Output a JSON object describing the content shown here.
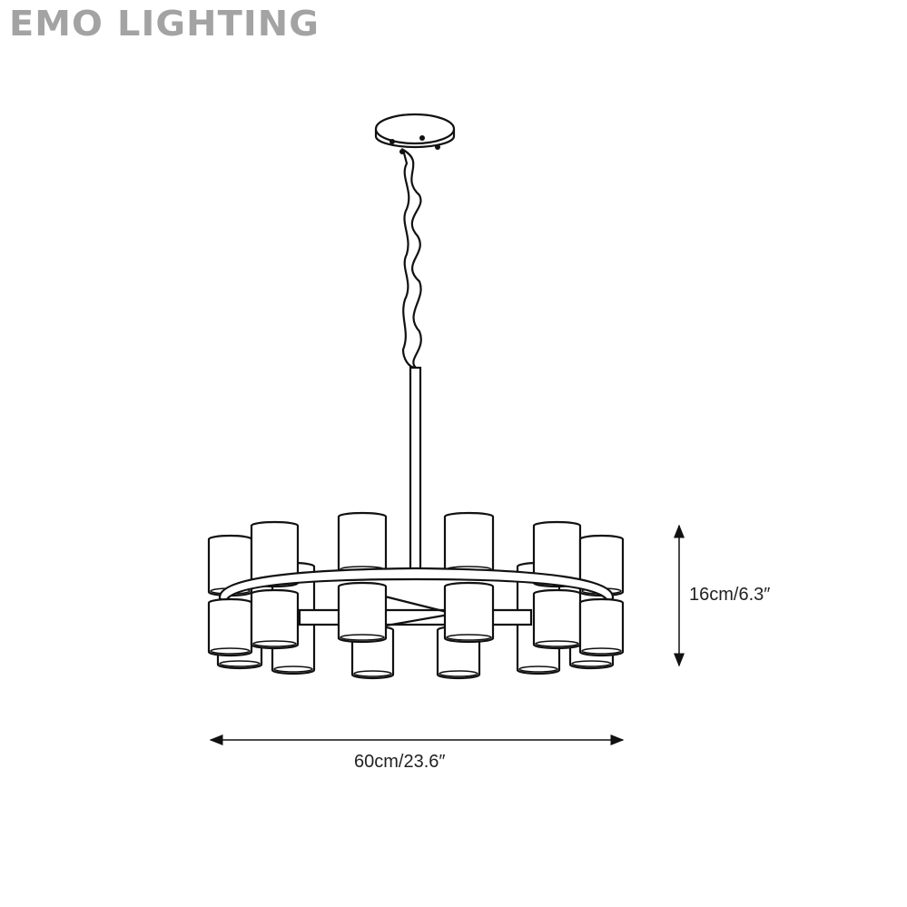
{
  "brand": {
    "logo_text": "EMO LIGHTING"
  },
  "dimensions": {
    "width_label": "60cm/23.6″",
    "height_label": "16cm/6.3″"
  }
}
